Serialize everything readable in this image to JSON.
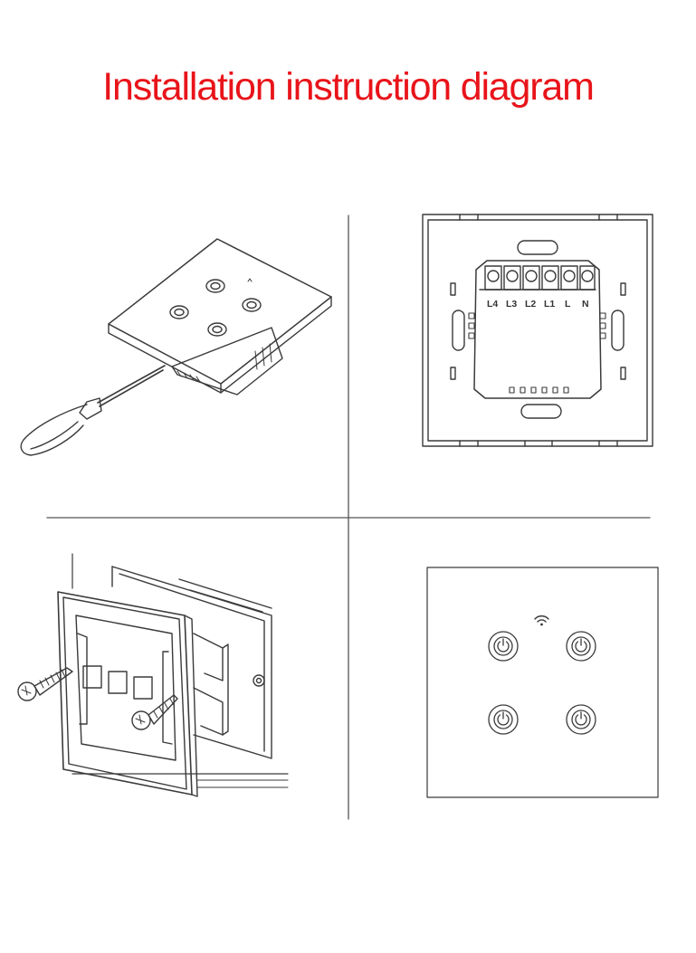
{
  "title": "Installation instruction diagram",
  "colors": {
    "title": "#e8141a",
    "line": "#3a3a3a",
    "divider": "#666666"
  },
  "panels": [
    {
      "name": "step-1-pry-panel",
      "icons": [
        "screwdriver-icon",
        "touch-switch-icon"
      ]
    },
    {
      "name": "step-2-back-wiring",
      "terminals": [
        "L4",
        "L3",
        "L2",
        "L1",
        "L",
        "N"
      ]
    },
    {
      "name": "step-3-mount-frame",
      "icons": [
        "screw-icon",
        "wall-box-icon"
      ]
    },
    {
      "name": "step-4-front-panel",
      "buttons": 4,
      "icons": [
        "wifi-icon",
        "power-icon"
      ]
    }
  ]
}
